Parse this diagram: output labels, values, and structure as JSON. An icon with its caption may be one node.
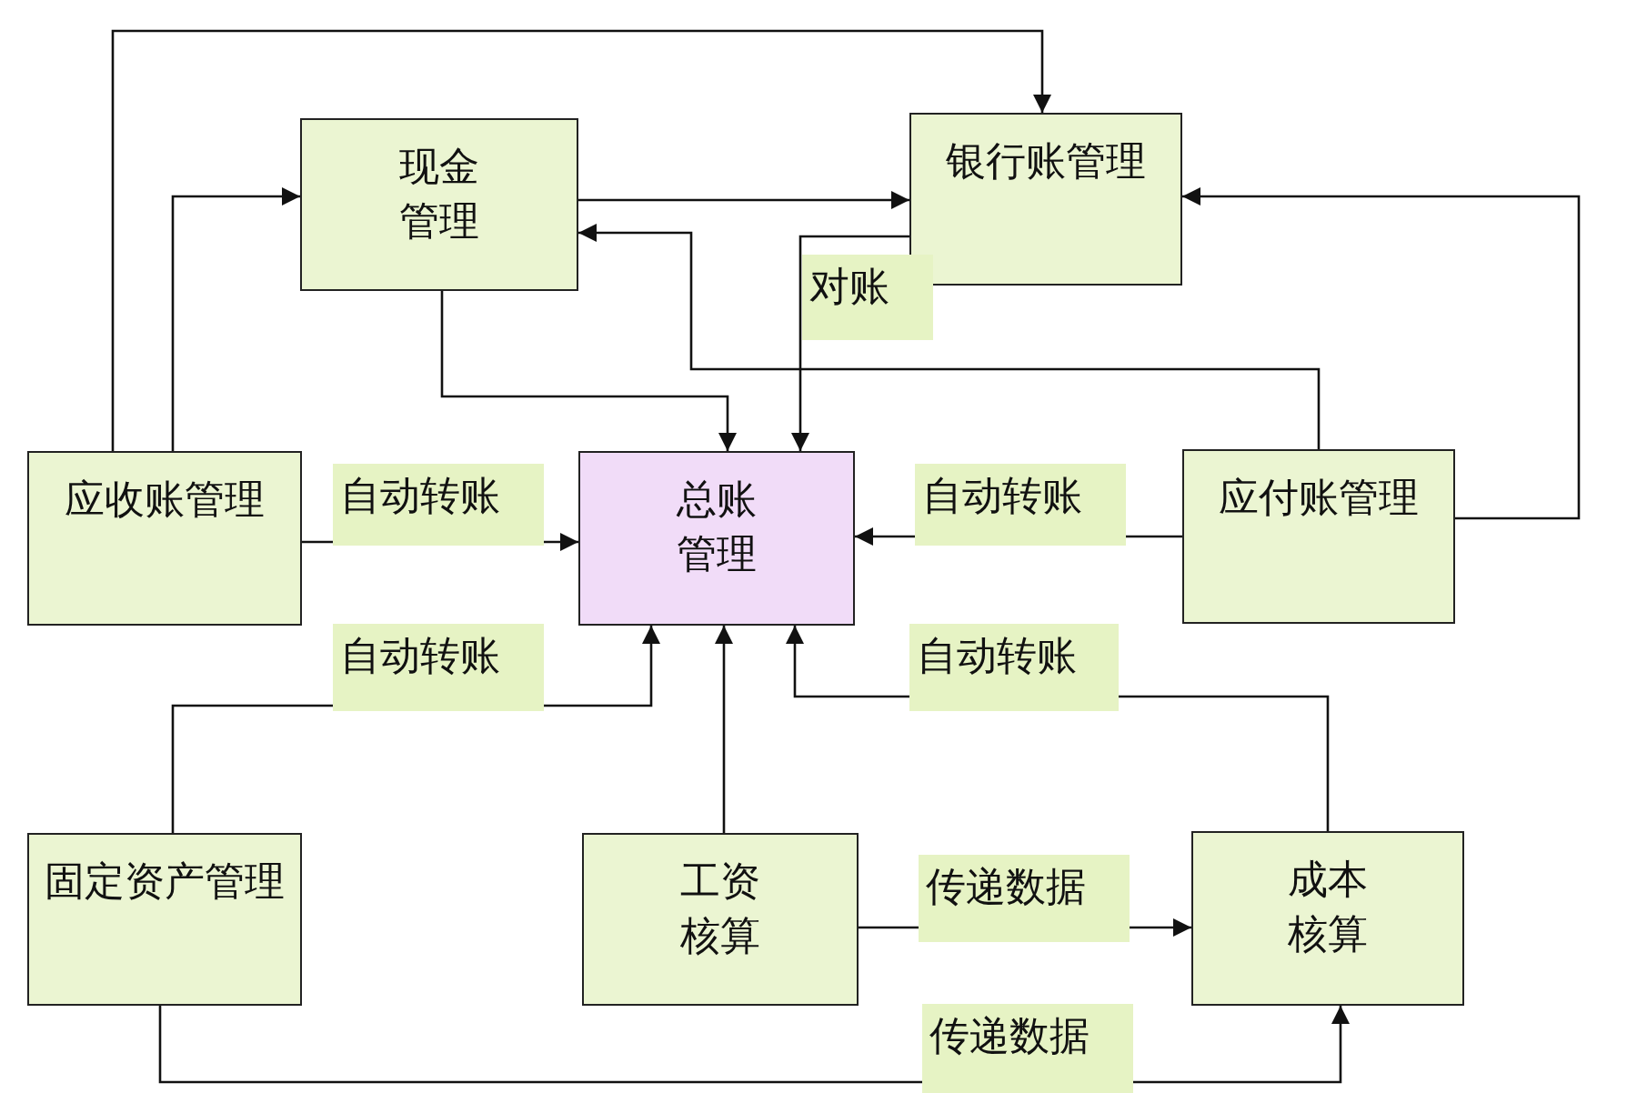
{
  "diagram": {
    "nodes": [
      {
        "text": [
          "现金管理"
        ]
      },
      {
        "text": [
          "银行账管理"
        ]
      },
      {
        "text": [
          "应收账管理"
        ]
      },
      {
        "text": [
          "总账管理"
        ]
      },
      {
        "text": [
          "应付账管理"
        ]
      },
      {
        "text": [
          "固定资产管理"
        ]
      },
      {
        "text": [
          "工资核算"
        ]
      },
      {
        "text": [
          "成本核算"
        ]
      }
    ],
    "edges": [
      {
        "from": 2,
        "to": 1,
        "arrow": "to"
      },
      {
        "from": 2,
        "to": 0,
        "arrow": "to"
      },
      {
        "from": 0,
        "to": 1,
        "arrow": "to"
      },
      {
        "from": 1,
        "to": 3,
        "arrow": "to",
        "label": "对账"
      },
      {
        "from": 0,
        "to": 3,
        "arrow": "to"
      },
      {
        "from": 4,
        "to": 0,
        "arrow": "to"
      },
      {
        "from": 4,
        "to": 1,
        "arrow": "to"
      },
      {
        "from": 4,
        "to": 3,
        "arrow": "to",
        "label": "自动转账"
      },
      {
        "from": 2,
        "to": 3,
        "arrow": "to",
        "label": "自动转账"
      },
      {
        "from": 5,
        "to": 3,
        "arrow": "to",
        "label": "自动转账"
      },
      {
        "from": 6,
        "to": 3,
        "arrow": "to"
      },
      {
        "from": 7,
        "to": 3,
        "arrow": "to",
        "label": "自动转账"
      },
      {
        "from": 6,
        "to": 7,
        "arrow": "to",
        "label": "传递数据"
      },
      {
        "from": 5,
        "to": 7,
        "arrow": "to",
        "label": "传递数据"
      }
    ]
  }
}
